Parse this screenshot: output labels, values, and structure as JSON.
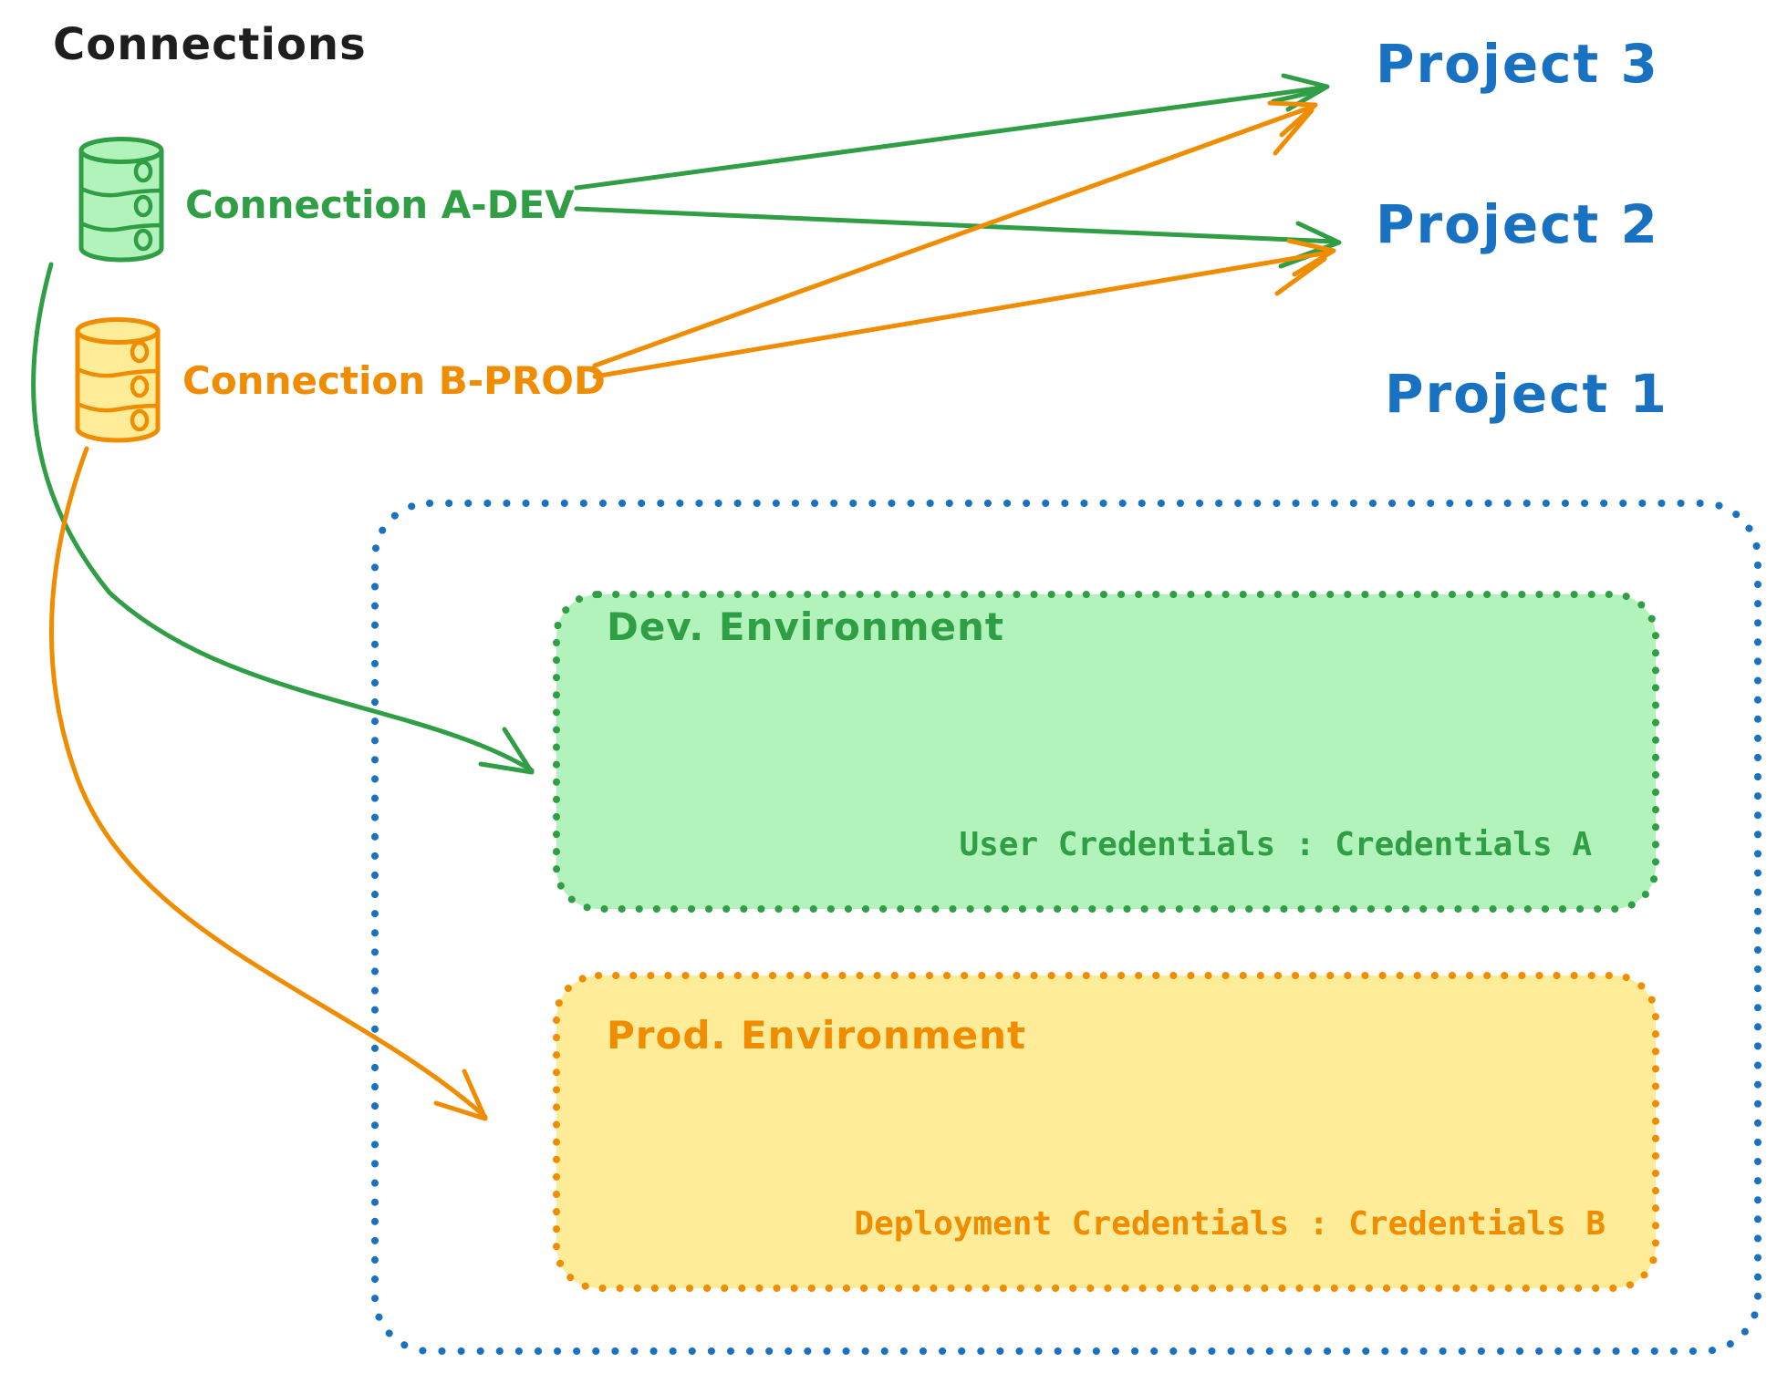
{
  "title": "Connections",
  "colors": {
    "black": "#1e1e1e",
    "blue": "#1971c2",
    "green": "#2f9e44",
    "green_fill": "#b2f2bb",
    "orange": "#f08c00",
    "orange_fill": "#ffec99",
    "background": "#ffffff"
  },
  "connections": [
    {
      "label": "Connection A-DEV",
      "type": "database",
      "color": "#2f9e44"
    },
    {
      "label": "Connection B-PROD",
      "type": "database",
      "color": "#f08c00"
    }
  ],
  "projects": [
    {
      "label": "Project 3"
    },
    {
      "label": "Project 2"
    },
    {
      "label": "Project 1"
    }
  ],
  "project1": {
    "environments": [
      {
        "title": "Dev. Environment",
        "credentials": "User Credentials : Credentials A"
      },
      {
        "title": "Prod. Environment",
        "credentials": "Deployment Credentials : Credentials B"
      }
    ]
  },
  "links": [
    {
      "from": "Connection A-DEV",
      "to": "Project 3"
    },
    {
      "from": "Connection A-DEV",
      "to": "Project 2"
    },
    {
      "from": "Connection B-PROD",
      "to": "Project 3"
    },
    {
      "from": "Connection B-PROD",
      "to": "Project 2"
    },
    {
      "from": "Connection A-DEV",
      "to": "Dev. Environment"
    },
    {
      "from": "Connection B-PROD",
      "to": "Prod. Environment"
    }
  ]
}
